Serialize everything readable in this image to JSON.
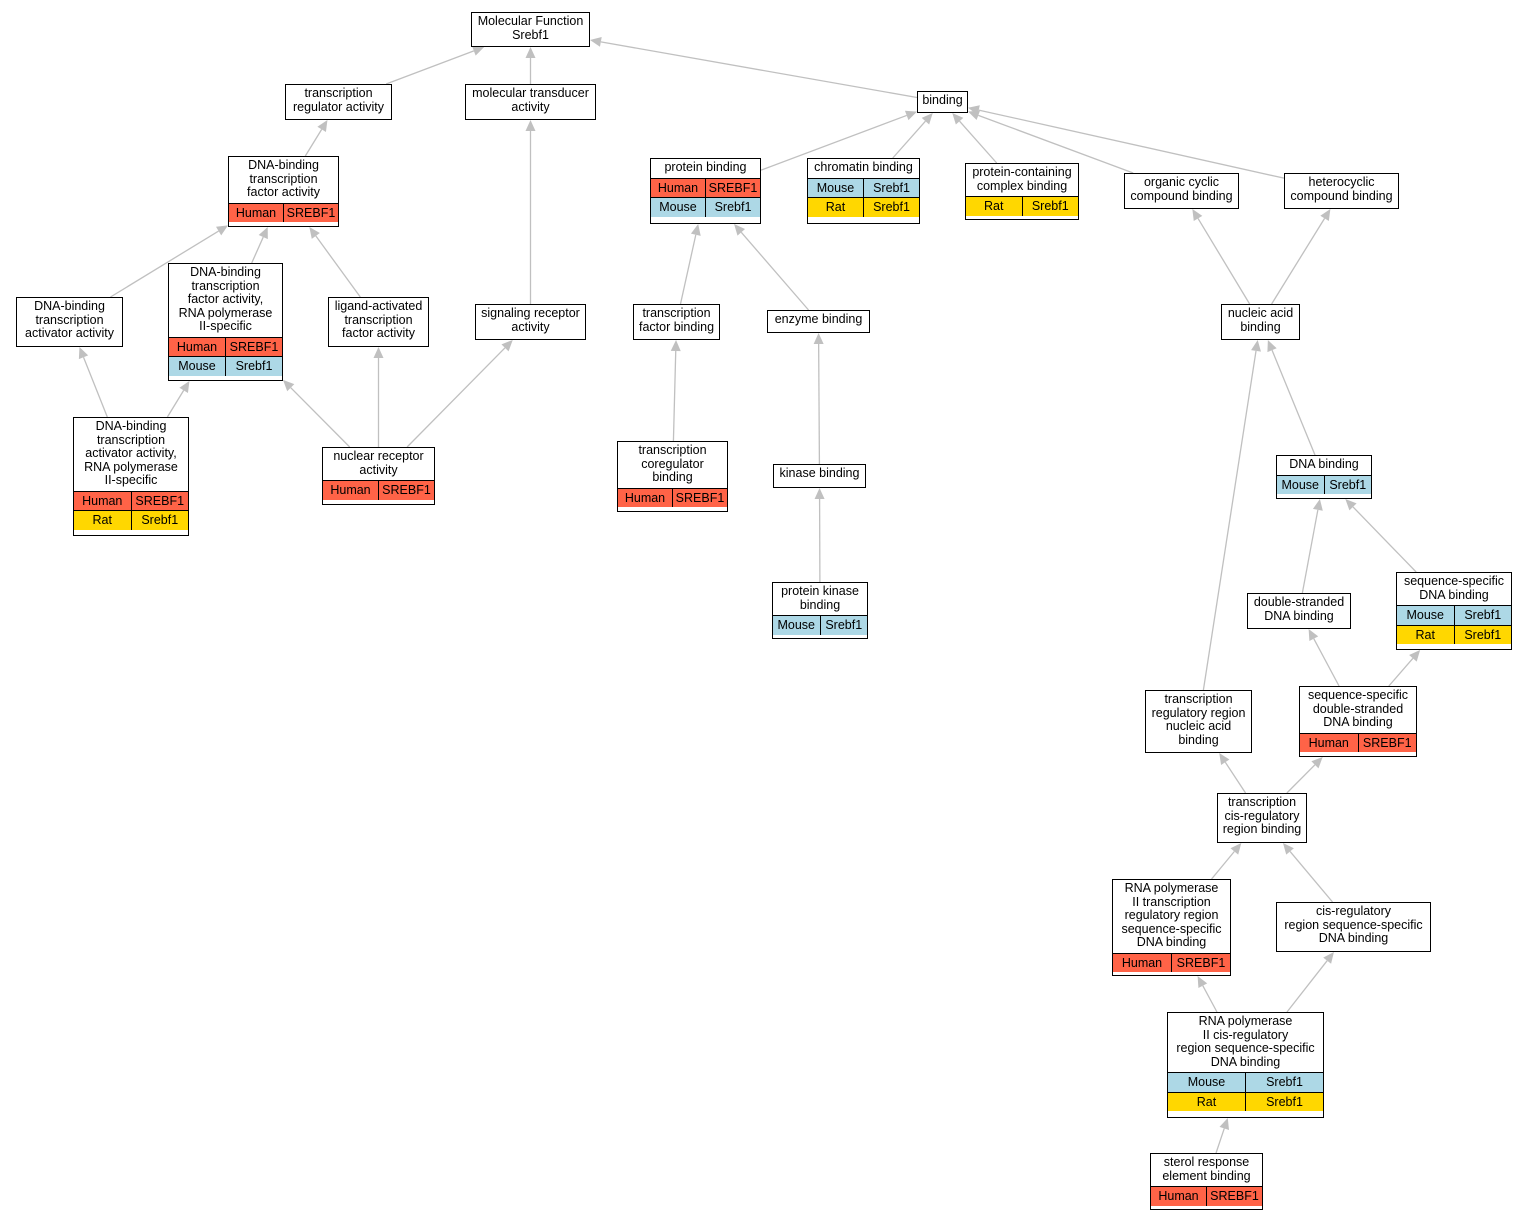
{
  "colors": {
    "human": "#ff6347",
    "mouse": "#add8e6",
    "rat": "#ffd700",
    "edge": "#c0c0c0",
    "node_border": "#000000",
    "node_bg": "#ffffff"
  },
  "nodes": {
    "root": {
      "label": "Molecular Function\nSrebf1",
      "rows": []
    },
    "transcription_regulator": {
      "label": "transcription\nregulator activity",
      "rows": []
    },
    "molecular_transducer": {
      "label": "molecular transducer\nactivity",
      "rows": []
    },
    "binding": {
      "label": "binding",
      "rows": []
    },
    "dna_binding_tf": {
      "label": "DNA-binding\ntranscription\nfactor activity",
      "rows": [
        {
          "species": "Human",
          "gene": "SREBF1"
        }
      ]
    },
    "protein_binding": {
      "label": "protein binding",
      "rows": [
        {
          "species": "Human",
          "gene": "SREBF1"
        },
        {
          "species": "Mouse",
          "gene": "Srebf1"
        }
      ]
    },
    "chromatin_binding": {
      "label": "chromatin binding",
      "rows": [
        {
          "species": "Mouse",
          "gene": "Srebf1"
        },
        {
          "species": "Rat",
          "gene": "Srebf1"
        }
      ]
    },
    "protein_containing_complex": {
      "label": "protein-containing\ncomplex binding",
      "rows": [
        {
          "species": "Rat",
          "gene": "Srebf1"
        }
      ]
    },
    "organic_cyclic": {
      "label": "organic cyclic\ncompound binding",
      "rows": []
    },
    "heterocyclic": {
      "label": "heterocyclic\ncompound binding",
      "rows": []
    },
    "dna_binding_tac": {
      "label": "DNA-binding\ntranscription\nactivator activity",
      "rows": []
    },
    "dna_binding_tf_pol2": {
      "label": "DNA-binding\ntranscription\nfactor activity,\nRNA polymerase\nII-specific",
      "rows": [
        {
          "species": "Human",
          "gene": "SREBF1"
        },
        {
          "species": "Mouse",
          "gene": "Srebf1"
        }
      ]
    },
    "ligand_activated": {
      "label": "ligand-activated\ntranscription\nfactor activity",
      "rows": []
    },
    "signaling_receptor": {
      "label": "signaling receptor\nactivity",
      "rows": []
    },
    "tf_binding": {
      "label": "transcription\nfactor binding",
      "rows": []
    },
    "enzyme_binding": {
      "label": "enzyme binding",
      "rows": []
    },
    "nucleic_acid": {
      "label": "nucleic acid\nbinding",
      "rows": []
    },
    "dna_binding_tac_pol2": {
      "label": "DNA-binding\ntranscription\nactivator activity,\nRNA polymerase\nII-specific",
      "rows": [
        {
          "species": "Human",
          "gene": "SREBF1"
        },
        {
          "species": "Rat",
          "gene": "Srebf1"
        }
      ]
    },
    "nuclear_receptor": {
      "label": "nuclear receptor\nactivity",
      "rows": [
        {
          "species": "Human",
          "gene": "SREBF1"
        }
      ]
    },
    "tc_coregulator": {
      "label": "transcription\ncoregulator\nbinding",
      "rows": [
        {
          "species": "Human",
          "gene": "SREBF1"
        }
      ]
    },
    "kinase_binding": {
      "label": "kinase binding",
      "rows": []
    },
    "dna_binding": {
      "label": "DNA binding",
      "rows": [
        {
          "species": "Mouse",
          "gene": "Srebf1"
        }
      ]
    },
    "protein_kinase": {
      "label": "protein kinase\nbinding",
      "rows": [
        {
          "species": "Mouse",
          "gene": "Srebf1"
        }
      ]
    },
    "ds_dna": {
      "label": "double-stranded\nDNA binding",
      "rows": []
    },
    "seq_specific_dna": {
      "label": "sequence-specific\nDNA binding",
      "rows": [
        {
          "species": "Mouse",
          "gene": "Srebf1"
        },
        {
          "species": "Rat",
          "gene": "Srebf1"
        }
      ]
    },
    "tc_reg_region_na": {
      "label": "transcription\nregulatory region\nnucleic acid\nbinding",
      "rows": []
    },
    "seq_specific_ds_dna": {
      "label": "sequence-specific\ndouble-stranded\nDNA binding",
      "rows": [
        {
          "species": "Human",
          "gene": "SREBF1"
        }
      ]
    },
    "tc_cis_reg": {
      "label": "transcription\ncis-regulatory\nregion binding",
      "rows": []
    },
    "pol2_tc_reg_region": {
      "label": "RNA polymerase\nII transcription\nregulatory region\nsequence-specific\nDNA binding",
      "rows": [
        {
          "species": "Human",
          "gene": "SREBF1"
        }
      ]
    },
    "cis_reg_seq_specific": {
      "label": "cis-regulatory\nregion sequence-specific\nDNA binding",
      "rows": []
    },
    "pol2_cis_reg": {
      "label": "RNA polymerase\nII cis-regulatory\nregion sequence-specific\nDNA binding",
      "rows": [
        {
          "species": "Mouse",
          "gene": "Srebf1"
        },
        {
          "species": "Rat",
          "gene": "Srebf1"
        }
      ]
    },
    "sterol_response": {
      "label": "sterol response\nelement binding",
      "rows": [
        {
          "species": "Human",
          "gene": "SREBF1"
        }
      ]
    }
  },
  "edges": [
    {
      "from": "transcription_regulator",
      "to": "root"
    },
    {
      "from": "molecular_transducer",
      "to": "root"
    },
    {
      "from": "binding",
      "to": "root"
    },
    {
      "from": "dna_binding_tf",
      "to": "transcription_regulator"
    },
    {
      "from": "dna_binding_tac",
      "to": "dna_binding_tf"
    },
    {
      "from": "dna_binding_tf_pol2",
      "to": "dna_binding_tf"
    },
    {
      "from": "ligand_activated",
      "to": "dna_binding_tf"
    },
    {
      "from": "dna_binding_tac_pol2",
      "to": "dna_binding_tac"
    },
    {
      "from": "dna_binding_tac_pol2",
      "to": "dna_binding_tf_pol2"
    },
    {
      "from": "nuclear_receptor",
      "to": "dna_binding_tf_pol2"
    },
    {
      "from": "nuclear_receptor",
      "to": "ligand_activated"
    },
    {
      "from": "nuclear_receptor",
      "to": "signaling_receptor"
    },
    {
      "from": "signaling_receptor",
      "to": "molecular_transducer"
    },
    {
      "from": "protein_binding",
      "to": "binding"
    },
    {
      "from": "chromatin_binding",
      "to": "binding"
    },
    {
      "from": "protein_containing_complex",
      "to": "binding"
    },
    {
      "from": "organic_cyclic",
      "to": "binding"
    },
    {
      "from": "heterocyclic",
      "to": "binding"
    },
    {
      "from": "tf_binding",
      "to": "protein_binding"
    },
    {
      "from": "enzyme_binding",
      "to": "protein_binding"
    },
    {
      "from": "tc_coregulator",
      "to": "tf_binding"
    },
    {
      "from": "kinase_binding",
      "to": "enzyme_binding"
    },
    {
      "from": "protein_kinase",
      "to": "kinase_binding"
    },
    {
      "from": "nucleic_acid",
      "to": "organic_cyclic"
    },
    {
      "from": "nucleic_acid",
      "to": "heterocyclic"
    },
    {
      "from": "dna_binding",
      "to": "nucleic_acid"
    },
    {
      "from": "tc_reg_region_na",
      "to": "nucleic_acid"
    },
    {
      "from": "ds_dna",
      "to": "dna_binding"
    },
    {
      "from": "seq_specific_dna",
      "to": "dna_binding"
    },
    {
      "from": "seq_specific_ds_dna",
      "to": "ds_dna"
    },
    {
      "from": "seq_specific_ds_dna",
      "to": "seq_specific_dna"
    },
    {
      "from": "tc_cis_reg",
      "to": "tc_reg_region_na"
    },
    {
      "from": "tc_cis_reg",
      "to": "seq_specific_ds_dna"
    },
    {
      "from": "pol2_tc_reg_region",
      "to": "tc_cis_reg"
    },
    {
      "from": "cis_reg_seq_specific",
      "to": "tc_cis_reg"
    },
    {
      "from": "pol2_cis_reg",
      "to": "pol2_tc_reg_region"
    },
    {
      "from": "pol2_cis_reg",
      "to": "cis_reg_seq_specific"
    },
    {
      "from": "sterol_response",
      "to": "pol2_cis_reg"
    }
  ]
}
